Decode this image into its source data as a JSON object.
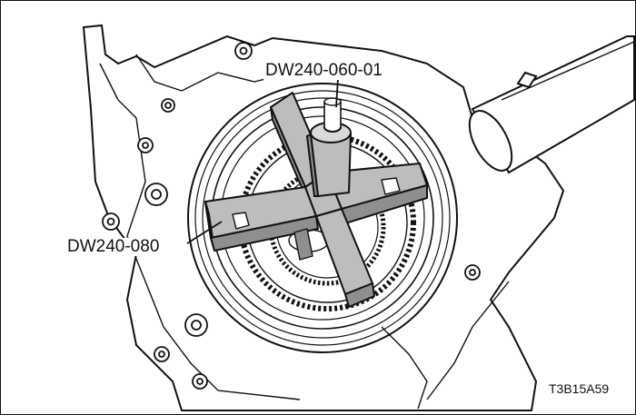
{
  "callouts": {
    "tool_top": "DW240-060-01",
    "tool_left": "DW240-080"
  },
  "figure_code": "T3B15A59",
  "colors": {
    "ink": "#111111",
    "tool_fill": "#bdbdbd",
    "tool_shade": "#8f8f8f",
    "background": "#ffffff"
  }
}
